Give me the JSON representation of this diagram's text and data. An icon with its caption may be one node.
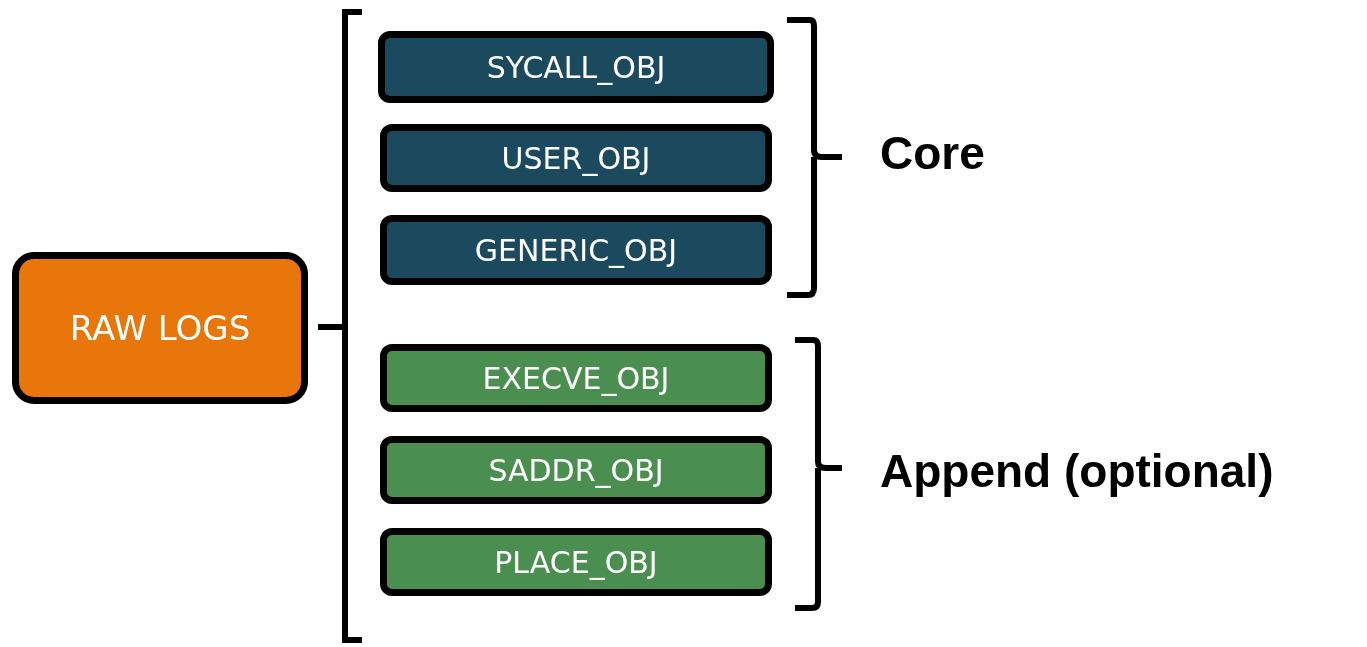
{
  "diagram": {
    "nodes": [
      {
        "text": [
          "RAW LOGS"
        ]
      },
      {
        "text": [
          "SYCALL_OBJ"
        ]
      },
      {
        "text": [
          "USER_OBJ"
        ]
      },
      {
        "text": [
          "GENERIC_OBJ"
        ]
      },
      {
        "text": [
          "EXECVE_OBJ"
        ]
      },
      {
        "text": [
          "SADDR_OBJ"
        ]
      },
      {
        "text": [
          "PLACE_OBJ"
        ]
      }
    ],
    "edges": [],
    "labels": [
      "Core",
      "Append (optional)"
    ]
  }
}
